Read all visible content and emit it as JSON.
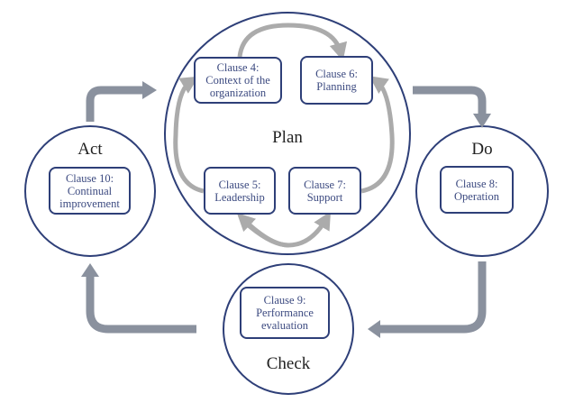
{
  "phases": {
    "plan": "Plan",
    "do": "Do",
    "check": "Check",
    "act": "Act"
  },
  "clauses": {
    "c4": [
      "Clause 4:",
      "Context of the",
      "organization"
    ],
    "c5": [
      "Clause 5:",
      "Leadership"
    ],
    "c6": [
      "Clause 6:",
      "Planning"
    ],
    "c7": [
      "Clause 7:",
      "Support"
    ],
    "c8": [
      "Clause 8:",
      "Operation"
    ],
    "c9": [
      "Clause 9:",
      "Performance",
      "evaluation"
    ],
    "c10": [
      "Clause 10:",
      "Continual",
      "improvement"
    ]
  },
  "colors": {
    "outline": "#2e3f78",
    "big_arrow": "#8a919e",
    "inner_arrow": "#ababab"
  }
}
